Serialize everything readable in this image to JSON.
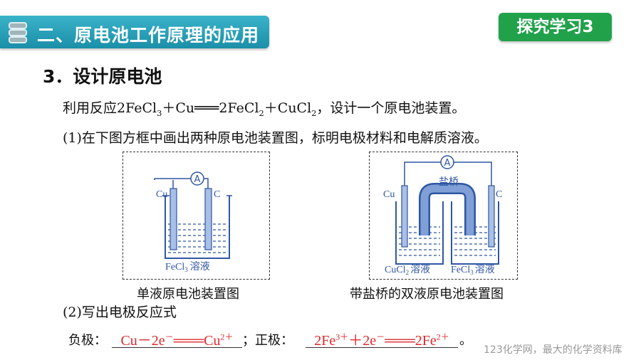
{
  "header": {
    "title": "二、原电池工作原理的应用",
    "badge": "探究学习3"
  },
  "section": {
    "heading": "3．设计原电池",
    "intro_pre": "利用反应2FeCl",
    "intro_sub1": "3",
    "intro_mid1": "＋Cu═══2FeCl",
    "intro_sub2": "2",
    "intro_mid2": "＋CuCl",
    "intro_sub3": "2",
    "intro_post": "，设计一个原电池装置。",
    "q1": "(1)在下图方框中画出两种原电池装置图，标明电极材料和电解质溶液。",
    "q2": "(2)写出电极反应式"
  },
  "figure1": {
    "meter": "A",
    "electrode_left": "Cu",
    "electrode_right": "C",
    "solution_main": "FeCl",
    "solution_sub": "3",
    "solution_tail": "溶液",
    "caption": "单液原电池装置图"
  },
  "figure2": {
    "meter": "A",
    "bridge": "盐桥",
    "electrode_left": "Cu",
    "electrode_right": "C",
    "solution1_main": "CuCl",
    "solution1_sub": "2",
    "solution1_tail": "溶液",
    "solution2_main": "FeCl",
    "solution2_sub": "3",
    "solution2_tail": "溶液",
    "caption": "带盐桥的双液原电池装置图"
  },
  "answers": {
    "neg_label": "负极：",
    "neg_pre": "Cu－2e",
    "neg_sup1": "－",
    "neg_mid": "═══Cu",
    "neg_sup2": "2＋",
    "sep": "；正极：",
    "pos_pre": "2Fe",
    "pos_sup1": "3＋",
    "pos_mid": "＋2e",
    "pos_sup2": "－",
    "pos_mid2": "═══2Fe",
    "pos_sup3": "2＋",
    "end": "。"
  },
  "footer": {
    "watermark": "123化学网，最大的化学资料库"
  },
  "colors": {
    "banner": "#1b8fa8",
    "badge": "#22a14b",
    "answer": "#e0282c",
    "apparatus": "#2f57a3"
  }
}
